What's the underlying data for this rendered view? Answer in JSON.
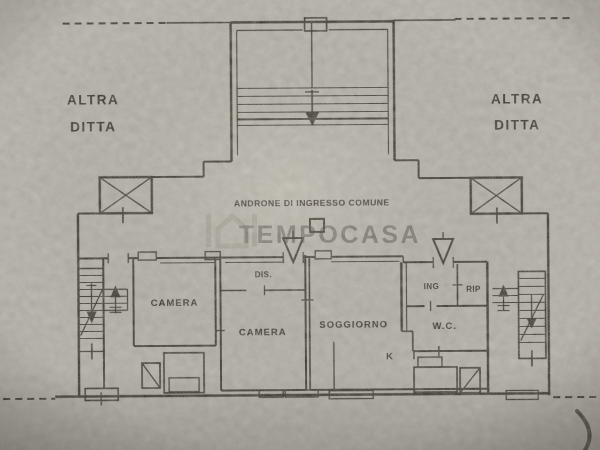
{
  "meta": {
    "document_type": "scanned apartment floor plan (planimetria catastale)",
    "paper_color": "#b8b4ab",
    "ink_color": "#29251f",
    "watermark_color": "#8d887e"
  },
  "regions": {
    "altra_ditta_left": {
      "line1": "ALTRA",
      "line2": "DITTA"
    },
    "altra_ditta_right": {
      "line1": "ALTRA",
      "line2": "DITTA"
    },
    "androne": {
      "label": "ANDRONE DI INGRESSO COMUNE"
    }
  },
  "rooms": {
    "camera_1": {
      "label": "CAMERA"
    },
    "camera_2": {
      "label": "CAMERA"
    },
    "disimpegno": {
      "label": "DIS."
    },
    "soggiorno": {
      "label": "SOGGIORNO"
    },
    "cucina": {
      "label": "K"
    },
    "ingresso": {
      "label": "ING"
    },
    "ripostiglio": {
      "label": "RIP"
    },
    "wc": {
      "label": "W.C."
    }
  },
  "watermark": {
    "text": "TEMPOCASA"
  }
}
